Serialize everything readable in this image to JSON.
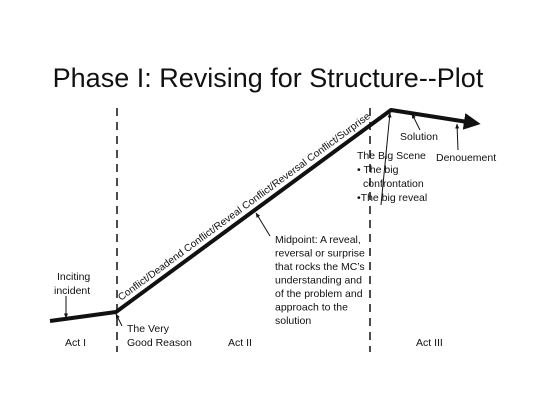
{
  "title": "Phase I: Revising for Structure--Plot",
  "labels": {
    "inciting_line1": "Inciting",
    "inciting_line2": "incident",
    "very_good_line1": "The Very",
    "very_good_line2": "Good Reason",
    "rising_action": "Conflict/Deadend Conflict/Reveal Conflict/Reversal Conflict/Surprise",
    "midpoint": [
      "Midpoint: A reveal,",
      "reversal or surprise",
      "that rocks the MC’s",
      "understanding and",
      "of the problem and",
      "approach to the",
      "solution"
    ],
    "big_scene": [
      "The Big Scene",
      "• The big",
      "confrontation",
      "•The big reveal"
    ],
    "solution": "Solution",
    "denouement": "Denouement"
  },
  "acts": {
    "act1": "Act I",
    "act2": "Act II",
    "act3": "Act III"
  },
  "colors": {
    "line": "#111111",
    "background": "#ffffff"
  }
}
